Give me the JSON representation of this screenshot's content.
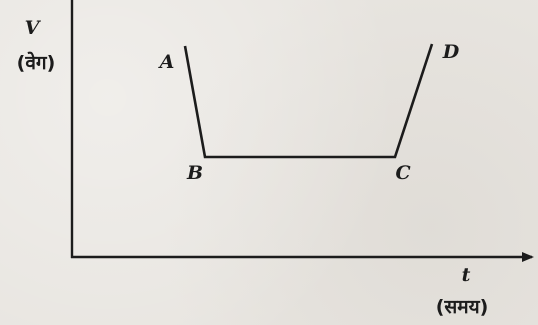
{
  "diagram": {
    "y_axis": {
      "symbol": "V",
      "label": "(वेग)"
    },
    "x_axis": {
      "symbol": "t",
      "label": "(समय)"
    },
    "points": [
      {
        "id": "A",
        "label": "A"
      },
      {
        "id": "B",
        "label": "B"
      },
      {
        "id": "C",
        "label": "C"
      },
      {
        "id": "D",
        "label": "D"
      }
    ]
  }
}
